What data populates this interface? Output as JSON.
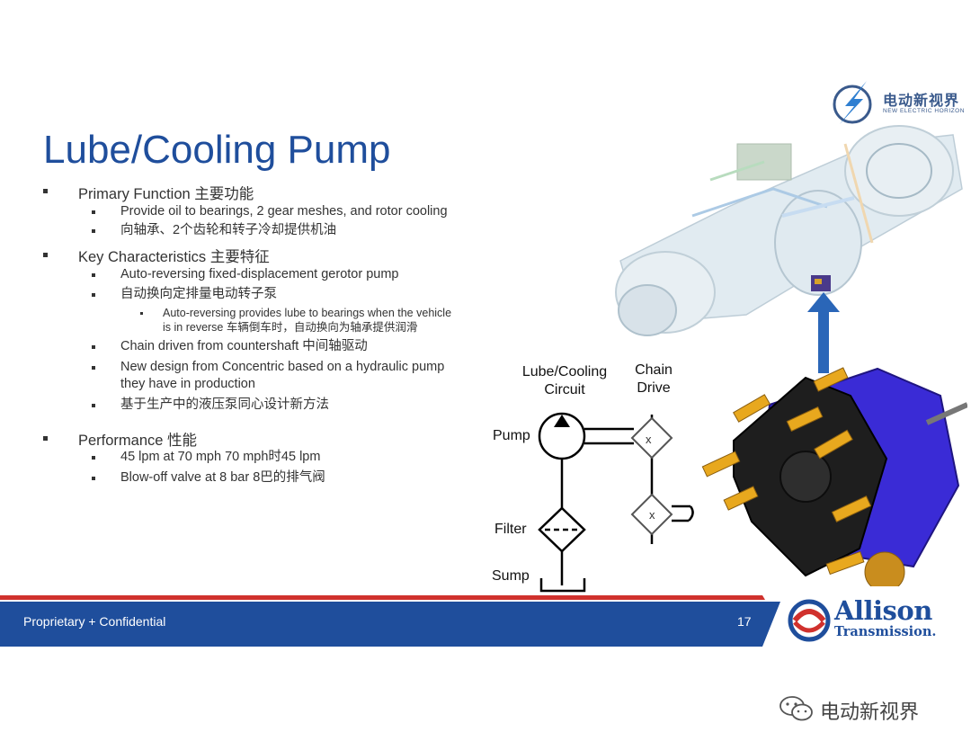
{
  "brand": {
    "logo_cn": "电动新视界",
    "logo_en": "NEW ELECTRIC HORIZON",
    "watermark": "电动新视界"
  },
  "slide": {
    "title": "Lube/Cooling Pump",
    "bullets": {
      "primary": "Primary Function 主要功能",
      "primary_1": "Provide oil to bearings, 2 gear meshes, and rotor cooling",
      "primary_2": "向轴承、2个齿轮和转子冷却提供机油",
      "key": "Key Characteristics  主要特征",
      "key_1": "Auto-reversing fixed-displacement gerotor pump",
      "key_2": "自动换向定排量电动转子泵",
      "key_2a_line1": "Auto-reversing provides lube to bearings when the vehicle",
      "key_2a_line2": "is in reverse 车辆倒车时，自动换向为轴承提供润滑",
      "key_3": "Chain driven from countershaft 中间轴驱动",
      "key_4_line1": "New design from Concentric based on a hydraulic pump",
      "key_4_line2": "they have in production",
      "key_5": "基于生产中的液压泵同心设计新方法",
      "perf": "Performance  性能",
      "perf_1": "45 lpm at 70 mph  70 mph时45 lpm",
      "perf_2": "Blow-off valve at 8 bar  8巴的排气阀"
    }
  },
  "diagram": {
    "circuit_label_1": "Lube/Cooling",
    "circuit_label_2": "Circuit",
    "chain_label_1": "Chain",
    "chain_label_2": "Drive",
    "pump_label": "Pump",
    "filter_label": "Filter",
    "sump_label": "Sump",
    "cross_symbol": "x"
  },
  "footer": {
    "left_text": "Proprietary + Confidential",
    "page_number": "17",
    "company_name": "Allison",
    "company_sub": "Transmission."
  },
  "colors": {
    "title_blue": "#1f4e9c",
    "footer_blue": "#1f4e9c",
    "footer_red": "#d0312d",
    "arrow_blue": "#2a66b8",
    "pump_purple": "#3a2bd6",
    "bolt_orange": "#e3a020"
  }
}
